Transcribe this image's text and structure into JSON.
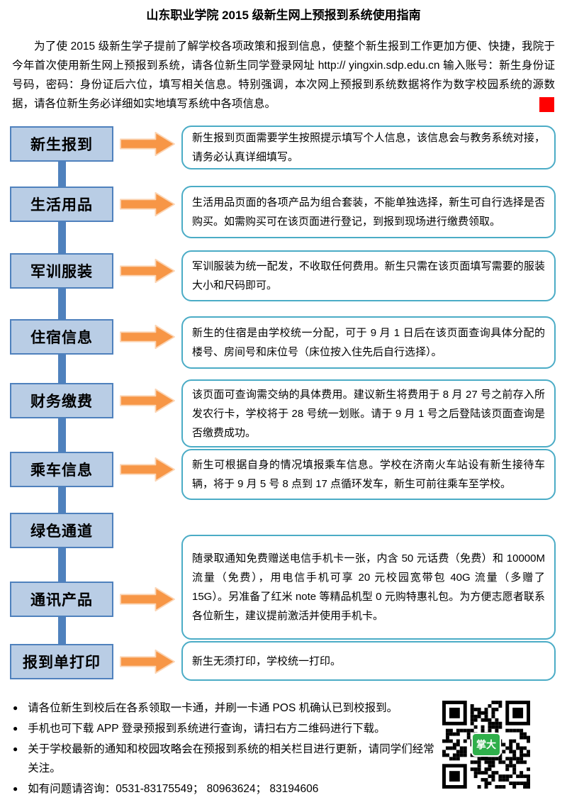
{
  "colors": {
    "label_fill": "#b9cde5",
    "label_border": "#4f81bd",
    "connector": "#4f81bd",
    "arrow_fill": "#f79646",
    "arrow_edge": "#fbd5b5",
    "desc_border": "#4bacc6",
    "red_square": "#ff0000",
    "qr_badge": "#2faf4b"
  },
  "doc": {
    "title": "山东职业学院 2015 级新生网上预报到系统使用指南",
    "intro": "为了使 2015 级新生学子提前了解学校各项政策和报到信息，使整个新生报到工作更加方便、快捷，我院于今年首次使用新生网上预报到系统，请各位新生同学登录网址 http:// yingxin.sdp.edu.cn 输入账号：新生身份证号码，密码：身份证后六位，填写相关信息。特别强调，本次网上预报到系统数据将作为数字校园系统的源数据，请各位新生务必详细如实地填写系统中各项信息。"
  },
  "flow": {
    "steps": [
      {
        "label": "新生报到",
        "desc": "新生报到页面需要学生按照提示填写个人信息，该信息会与教务系统对接，请务必认真详细填写。"
      },
      {
        "label": "生活用品",
        "desc": "生活用品页面的各项产品为组合套装，不能单独选择，新生可自行选择是否购买。如需购买可在该页面进行登记，到报到现场进行缴费领取。"
      },
      {
        "label": "军训服装",
        "desc": "军训服装为统一配发，不收取任何费用。新生只需在该页面填写需要的服装大小和尺码即可。"
      },
      {
        "label": "住宿信息",
        "desc": "新生的住宿是由学校统一分配，可于 9 月 1 日后在该页面查询具体分配的楼号、房间号和床位号（床位按入住先后自行选择）。"
      },
      {
        "label": "财务缴费",
        "desc": "该页面可查询需交纳的具体费用。建议新生将费用于 8 月 27 号之前存入所发农行卡，学校将于 28 号统一划账。请于 9 月 1 号之后登陆该页面查询是否缴费成功。"
      },
      {
        "label": "乘车信息",
        "desc": "新生可根据自身的情况填报乘车信息。学校在济南火车站设有新生接待车辆，将于 9 月 5 号 8 点到 17 点循环发车，新生可前往乘车至学校。"
      },
      {
        "label": "绿色通道"
      },
      {
        "label": "通讯产品",
        "desc": "随录取通知免费赠送电信手机卡一张，内含 50 元话费（免费）和 10000M 流量（免费），用电信手机可享 20 元校园宽带包 40G 流量（多赠了 15G）。另准备了红米 note 等精品机型 0 元购特惠礼包。为方便志愿者联系各位新生，建议提前激活并使用手机卡。"
      },
      {
        "label": "报到单打印",
        "desc": "新生无须打印，学校统一打印。"
      }
    ]
  },
  "notes": {
    "items": [
      "请各位新生到校后在各系领取一卡通，并刷一卡通 POS 机确认已到校报到。",
      "手机也可下载 APP 登录预报到系统进行查询，请扫右方二维码进行下载。",
      "关于学校最新的通知和校园攻略会在预报到系统的相关栏目进行更新，请同学们经常关注。",
      "如有问题请咨询：0531-83175549； 80963624； 83194606"
    ]
  },
  "qr": {
    "badge_label": "掌大"
  }
}
